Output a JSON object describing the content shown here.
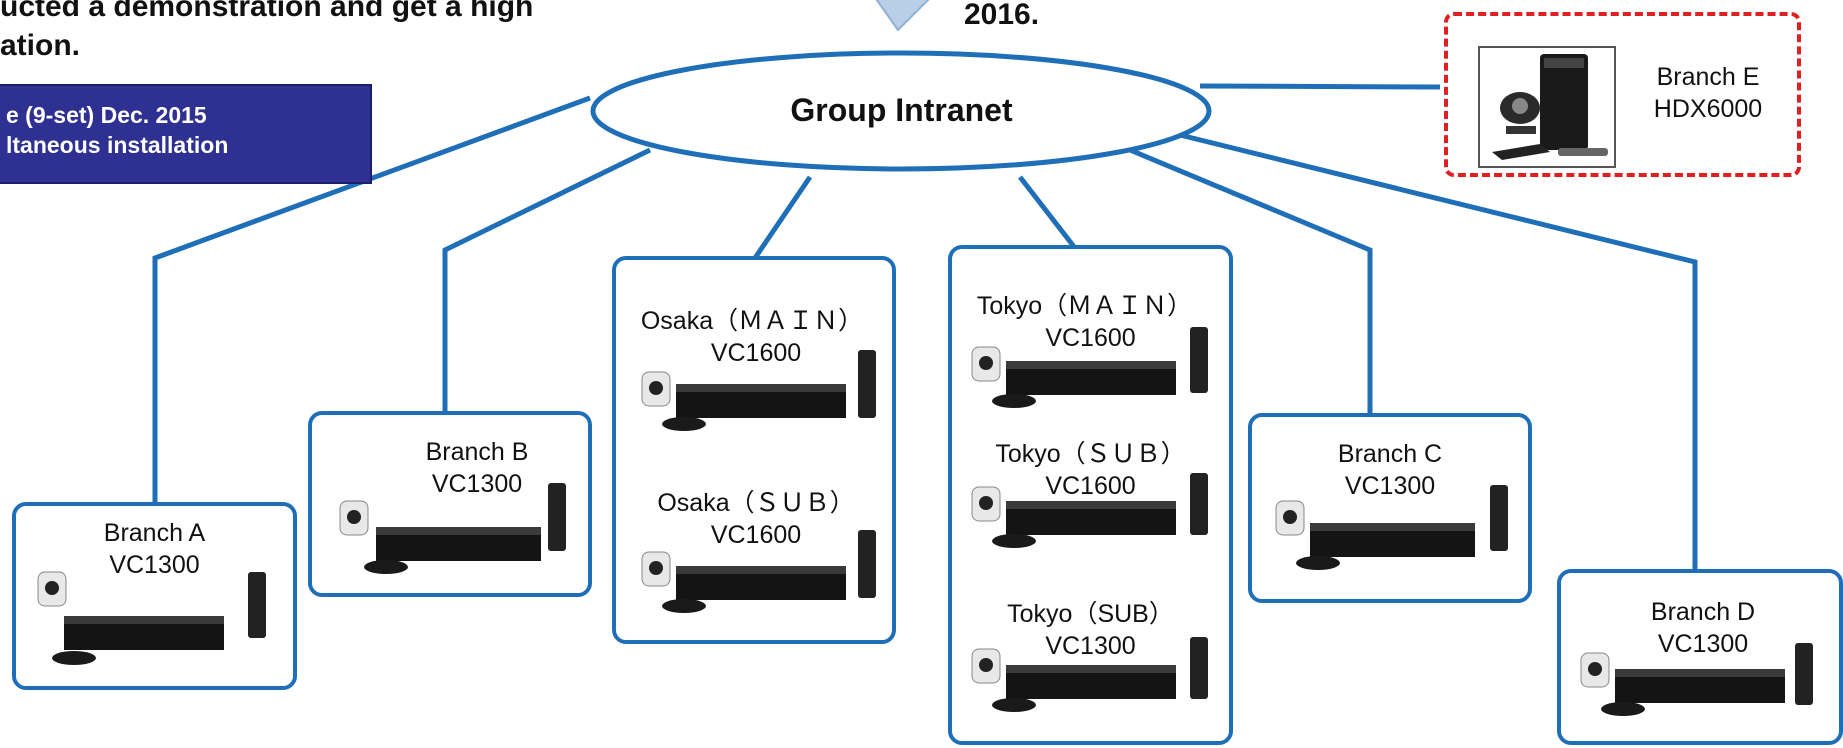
{
  "header": {
    "line1": "ucted a demonstration and get a high",
    "line2": "ation.",
    "date_fragment": "2016."
  },
  "banner": {
    "line1": "e (9-set)  Dec. 2015",
    "line2": "ltaneous installation"
  },
  "hub": {
    "label": "Group Intranet"
  },
  "sites": [
    {
      "name": "Branch A",
      "model": "VC1300"
    },
    {
      "name": "Branch B",
      "model": "VC1300"
    },
    {
      "name": "Osaka（ＭＡＩＮ）",
      "model": "VC1600"
    },
    {
      "name": "Osaka（ＳＵＢ）",
      "model": "VC1600"
    },
    {
      "name": "Tokyo（ＭＡＩＮ）",
      "model": "VC1600"
    },
    {
      "name": "Tokyo（ＳＵＢ）",
      "model": "VC1600"
    },
    {
      "name": "Tokyo（SUB）",
      "model": "VC1300"
    },
    {
      "name": "Branch C",
      "model": "VC1300"
    },
    {
      "name": "Branch D",
      "model": "VC1300"
    }
  ],
  "external": {
    "name": "Branch E",
    "model": "HDX6000"
  },
  "colors": {
    "link": "#1f6fb8",
    "banner": "#2e3192",
    "external_border": "#e02020"
  }
}
